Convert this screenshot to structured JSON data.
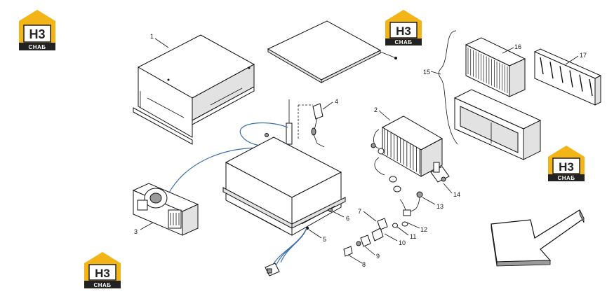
{
  "watermark": {
    "badge": "H3",
    "caption": "СНАБ"
  },
  "callouts": [
    "1",
    "2",
    "3",
    "4",
    "5",
    "6",
    "7",
    "8",
    "9",
    "10",
    "11",
    "12",
    "13",
    "14",
    "15",
    "16",
    "17"
  ],
  "colors": {
    "line": "#111111",
    "hose": "#3b6fa8",
    "logo_gold": "#f2b417",
    "logo_dark": "#222222"
  }
}
